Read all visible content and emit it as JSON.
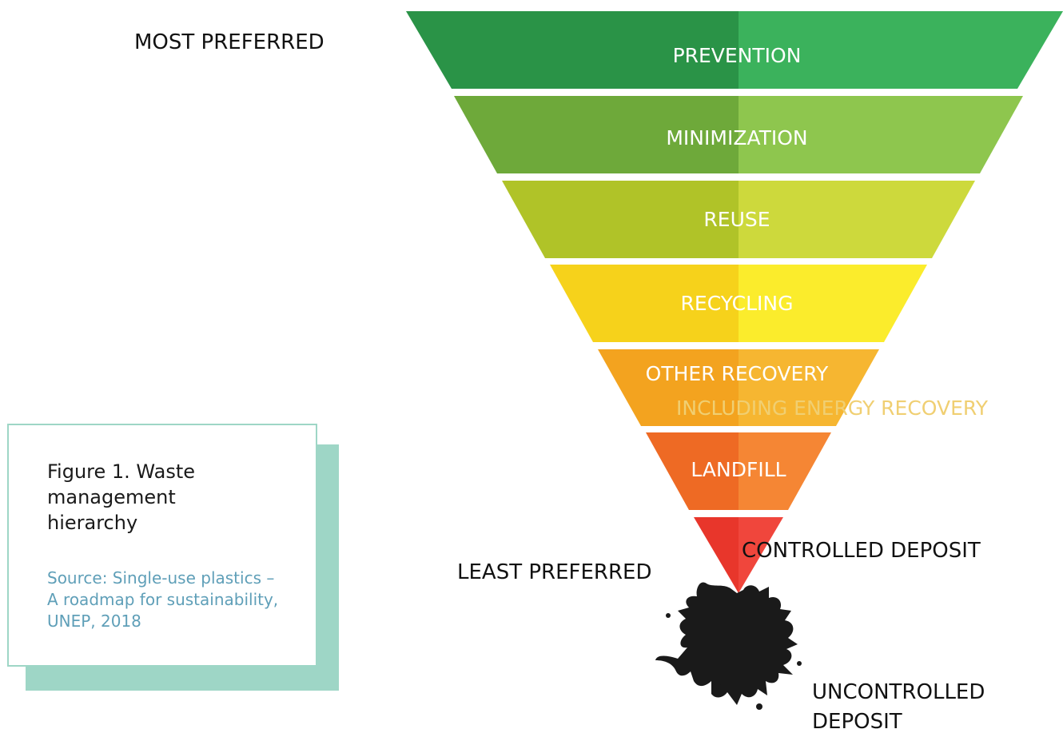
{
  "labels": {
    "most_preferred": "MOST PREFERRED",
    "least_preferred": "LEAST PREFERRED",
    "controlled_deposit": "CONTROLLED DEPOSIT",
    "uncontrolled_deposit_line1": "UNCONTROLLED",
    "uncontrolled_deposit_line2": "DEPOSIT"
  },
  "tiers": [
    {
      "label": "PREVENTION",
      "color_left": "#2a9347",
      "color_right": "#3bb25c"
    },
    {
      "label": "MINIMIZATION",
      "color_left": "#6ea93a",
      "color_right": "#8ec64e"
    },
    {
      "label": "REUSE",
      "color_left": "#b0c328",
      "color_right": "#cdd93c"
    },
    {
      "label": "RECYCLING",
      "color_left": "#f6d21b",
      "color_right": "#fbec2c"
    },
    {
      "label": "OTHER RECOVERY",
      "label_line2": "INCLUDING ENERGY RECOVERY",
      "color_left": "#f3a31f",
      "color_right": "#f6b631"
    },
    {
      "label": "LANDFILL",
      "color_left": "#ee6a24",
      "color_right": "#f58634"
    },
    {
      "label": "",
      "color_left": "#e8362b",
      "color_right": "#f0463c"
    }
  ],
  "overflow_text_color": "#f0cf72",
  "caption": {
    "title": "Figure 1. Waste management hierarchy",
    "source": "Source: Single-use plastics – A roadmap for sustainability, UNEP, 2018"
  }
}
